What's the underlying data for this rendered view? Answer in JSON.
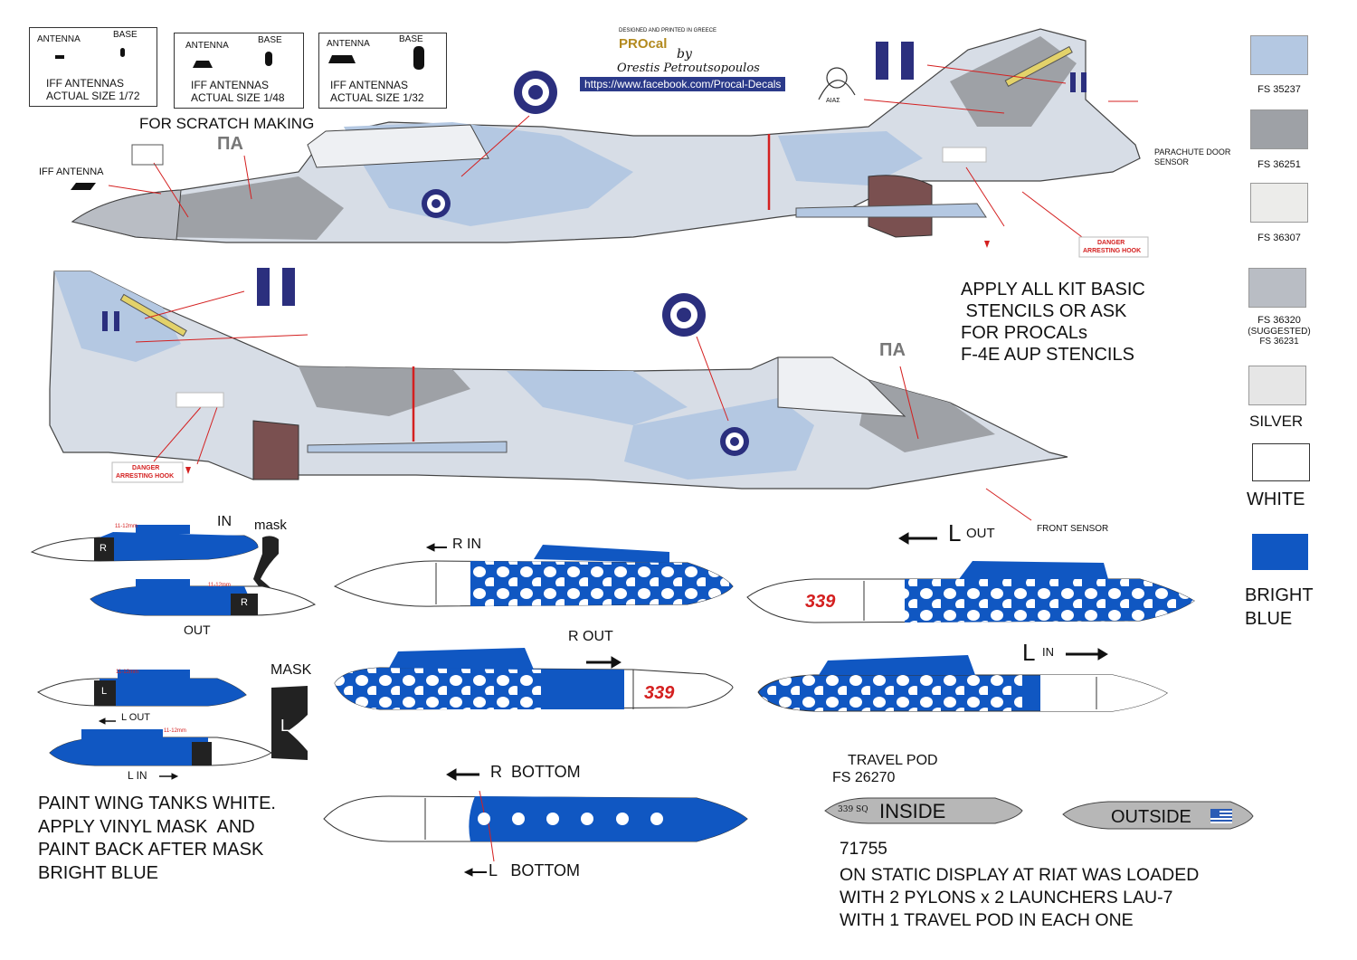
{
  "header": {
    "designed": "DESIGNED AND PRINTED IN GREECE",
    "brand": "PROcal",
    "by": "by",
    "author": "Orestis Petroutsopoulos",
    "url": "https://www.facebook.com/Procal-Decals"
  },
  "iff_boxes": [
    {
      "antenna": "ANTENNA",
      "base": "BASE",
      "title": "IFF ANTENNAS",
      "size": "ACTUAL SIZE 1/72"
    },
    {
      "antenna": "ANTENNA",
      "base": "BASE",
      "title": "IFF ANTENNAS",
      "size": "ACTUAL SIZE 1/48"
    },
    {
      "antenna": "ANTENNA",
      "base": "BASE",
      "title": "IFF ANTENNAS",
      "size": "ACTUAL SIZE 1/32"
    }
  ],
  "labels": {
    "scratch": "FOR SCRATCH MAKING",
    "iff_antenna": "IFF ANTENNA",
    "pa_top": "ΠΑ",
    "pa_bottom": "ΠΑ",
    "parachute": "PARACHUTE DOOR",
    "sensor": "SENSOR",
    "front_sensor": "FRONT SENSOR",
    "danger": "DANGER",
    "arresting_hook": "ARRESTING HOOK",
    "aias": "ΑΙΑΣ"
  },
  "stencil_note": [
    "APPLY ALL KIT BASIC",
    " STENCILS OR ASK",
    "FOR PROCALs",
    "F-4E AUP STENCILS"
  ],
  "swatches": [
    {
      "code": "FS 35237",
      "color": "#b4c8e2"
    },
    {
      "code": "FS 36251",
      "color": "#9ea1a6"
    },
    {
      "code": "FS 36307",
      "color": "#ececea"
    },
    {
      "code": "FS 36320",
      "extra1": "(SUGGESTED)",
      "extra2": "FS 36231",
      "color": "#b9bdc4"
    },
    {
      "code": "SILVER",
      "color": "#e6e6e6"
    },
    {
      "code": "WHITE",
      "color": "#ffffff"
    },
    {
      "code": "BRIGHT",
      "code2": "BLUE",
      "color": "#1057c2"
    }
  ],
  "tanks_left": {
    "in": "IN",
    "mask_small": "mask",
    "out": "OUT",
    "mask_big": "MASK",
    "l_out": "L OUT",
    "l_in": "L IN",
    "r": "R",
    "l": "L",
    "dim": "11-12mm"
  },
  "tanks_center": {
    "r_in": "R IN",
    "r_out": "R OUT",
    "r_bottom": "R  BOTTOM",
    "l_bottom": "L   BOTTOM",
    "sqn": "339"
  },
  "tanks_right": {
    "l_out_l": "L",
    "l_out": "OUT",
    "l_in_l": "L",
    "l_in": "IN"
  },
  "paint_note": [
    "PAINT WING TANKS WHITE.",
    "APPLY VINYL MASK  AND",
    "PAINT BACK AFTER MASK",
    "BRIGHT BLUE"
  ],
  "travel_pod": {
    "title": "TRAVEL POD",
    "fs": "FS 26270",
    "inside": "INSIDE",
    "outside": "OUTSIDE",
    "sqn": "339 SQ"
  },
  "catalog": "71755",
  "riat_note": [
    "ON STATIC DISPLAY AT RIAT WAS LOADED",
    "WITH 2 PYLONS x 2 LAUNCHERS LAU-7",
    "WITH 1 TRAVEL POD IN EACH ONE"
  ],
  "colors": {
    "roundel_blue": "#2b2f7e",
    "bright_blue": "#1057c2",
    "danger_red": "#d42020"
  }
}
